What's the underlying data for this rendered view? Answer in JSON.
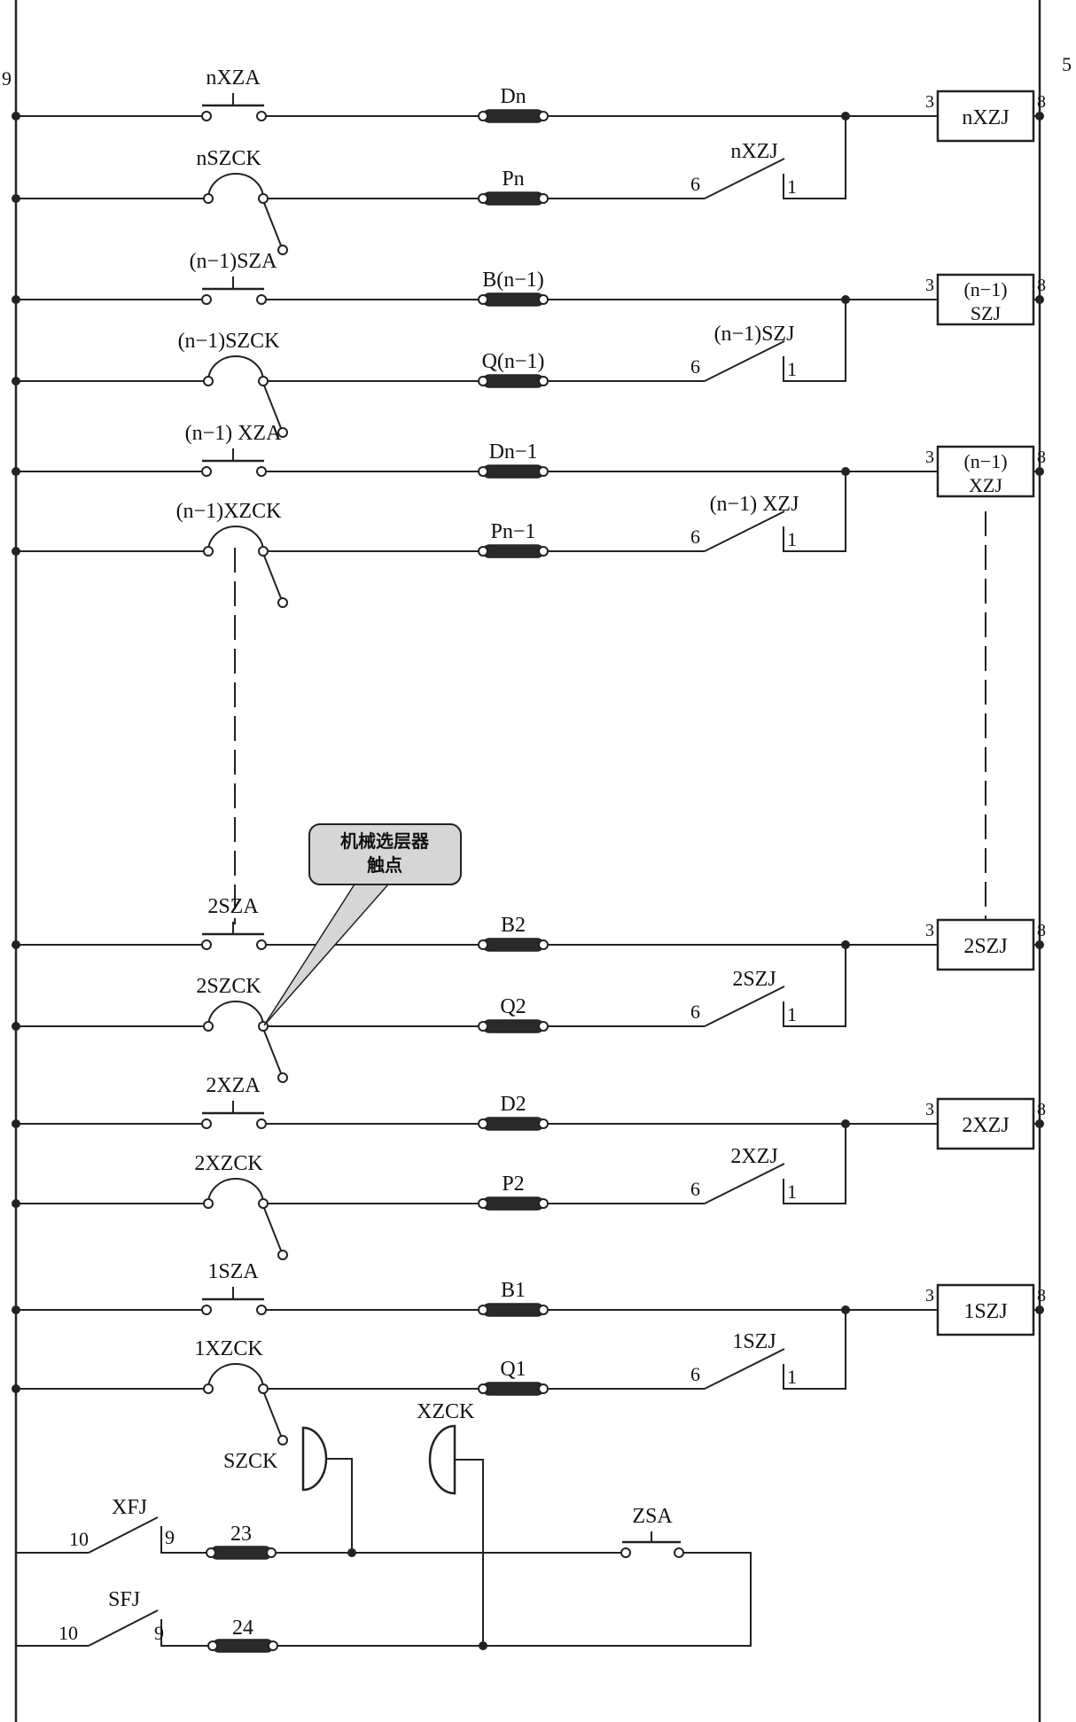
{
  "rails": {
    "left_label": "9",
    "right_label": "5"
  },
  "relay_pin_labels": {
    "in": "3",
    "out": "8"
  },
  "contact_pin_labels": {
    "left": "6",
    "right": "1"
  },
  "rungs": [
    {
      "id": "nxza",
      "switch": "nXZA",
      "fuse": "Dn",
      "relay": "nXZJ"
    },
    {
      "id": "nszck",
      "switch": "nSZCK",
      "fuse": "Pn",
      "contact": "nXZJ"
    },
    {
      "id": "n1sza",
      "switch": "(n−1)SZA",
      "fuse": "B(n−1)",
      "relay_lines": [
        "(n−1)",
        "SZJ"
      ]
    },
    {
      "id": "n1szck",
      "switch": "(n−1)SZCK",
      "fuse": "Q(n−1)",
      "contact": "(n−1)SZJ"
    },
    {
      "id": "n1xza",
      "switch": "(n−1) XZA",
      "fuse": "Dn−1",
      "relay_lines": [
        "(n−1)",
        "XZJ"
      ]
    },
    {
      "id": "n1xzck",
      "switch": "(n−1)XZCK",
      "fuse": "Pn−1",
      "contact": "(n−1) XZJ"
    },
    {
      "id": "2sza",
      "switch": "2SZA",
      "fuse": "B2",
      "relay": "2SZJ"
    },
    {
      "id": "2szck",
      "switch": "2SZCK",
      "fuse": "Q2",
      "contact": "2SZJ"
    },
    {
      "id": "2xza",
      "switch": "2XZA",
      "fuse": "D2",
      "relay": "2XZJ"
    },
    {
      "id": "2xzck",
      "switch": "2XZCK",
      "fuse": "P2",
      "contact": "2XZJ"
    },
    {
      "id": "1sza",
      "switch": "1SZA",
      "fuse": "B1",
      "relay": "1SZJ"
    },
    {
      "id": "1xzck",
      "switch": "1XZCK",
      "fuse": "Q1",
      "contact": "1SZJ"
    }
  ],
  "bottom": {
    "szck": "SZCK",
    "xzck": "XZCK",
    "xfj": "XFJ",
    "sfj": "SFJ",
    "fuse_23": "23",
    "fuse_24": "24",
    "zsa": "ZSA",
    "pin_10": "10",
    "pin_9": "9"
  },
  "callout": {
    "line1": "机械选层器",
    "line2": "触点"
  },
  "colors": {
    "ink": "#222222",
    "callout_fill": "#d6d6d6",
    "background": "#ffffff"
  }
}
